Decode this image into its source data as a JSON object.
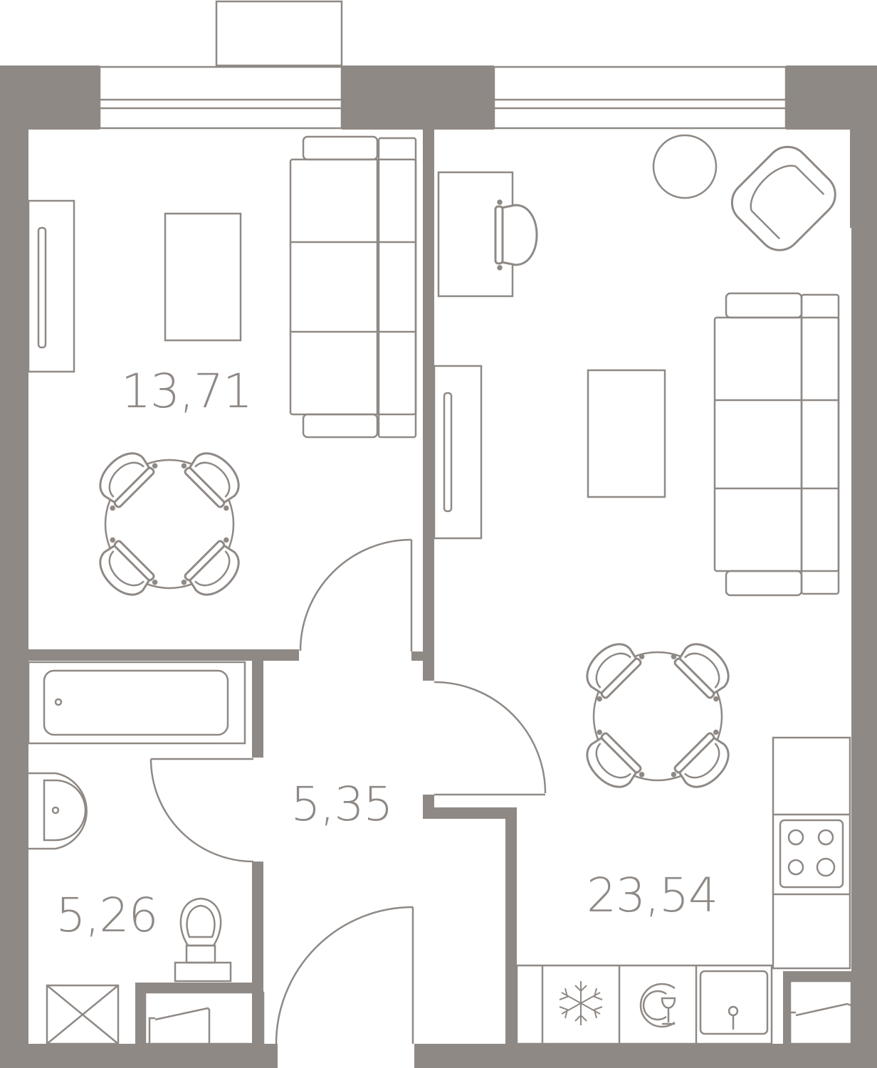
{
  "colors": {
    "wall": "#8f8985",
    "line": "#8f8985",
    "background": "#ffffff"
  },
  "rooms": {
    "bedroom": {
      "area": "13,71"
    },
    "living_kitchen": {
      "area": "23,54"
    },
    "hallway": {
      "area": "5,35"
    },
    "bathroom": {
      "area": "5,26"
    }
  },
  "icons": [
    "fridge-snowflake-icon",
    "dishwasher-icon",
    "sink-icon",
    "stove-icon",
    "toilet-icon",
    "washbasin-icon",
    "bathtub-icon",
    "shower-icon"
  ]
}
